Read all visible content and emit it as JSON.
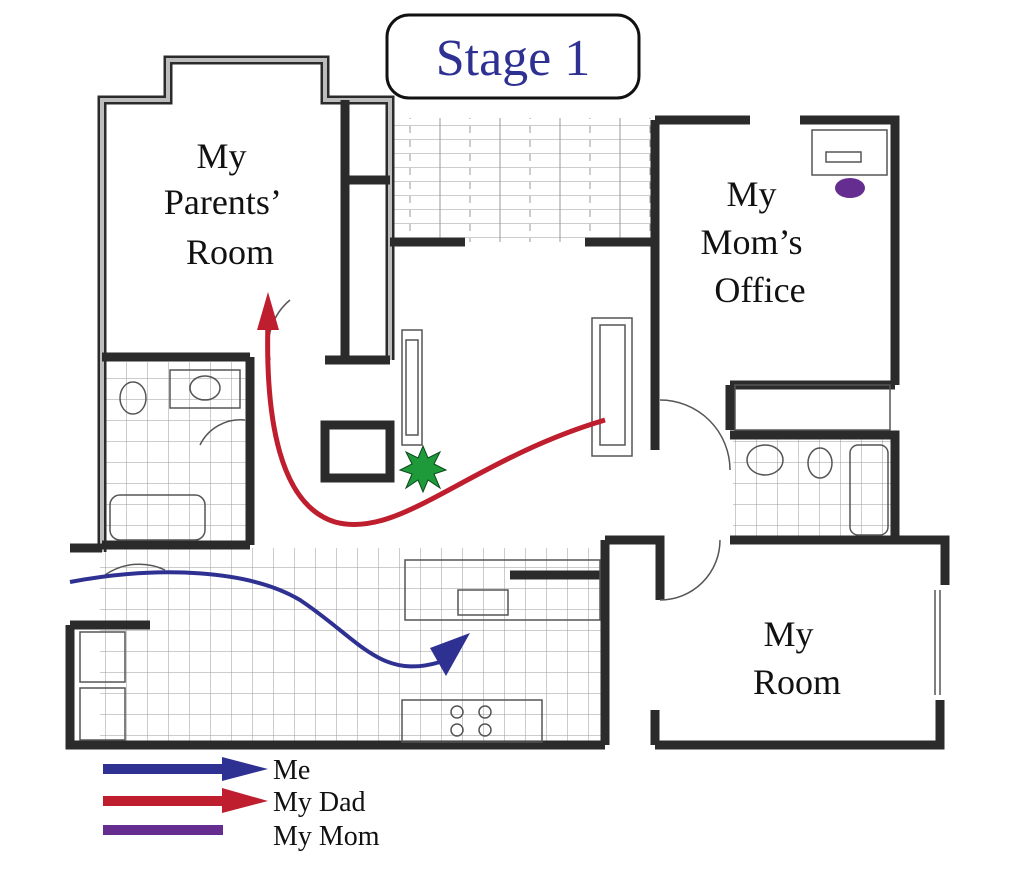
{
  "title": "Stage 1",
  "rooms": {
    "parents": [
      "My",
      "Parents’",
      "Room"
    ],
    "office": [
      "My",
      "Mom’s",
      "Office"
    ],
    "mine": [
      "My",
      "Room"
    ]
  },
  "legend": [
    {
      "label": "Me",
      "color": "#2e3192",
      "style": "arrow"
    },
    {
      "label": "My Dad",
      "color": "#be1e2d",
      "style": "arrow"
    },
    {
      "label": "My Mom",
      "color": "#662d91",
      "style": "line"
    }
  ],
  "colors": {
    "plant": "#1e9a3a",
    "mom_marker": "#662d91"
  }
}
